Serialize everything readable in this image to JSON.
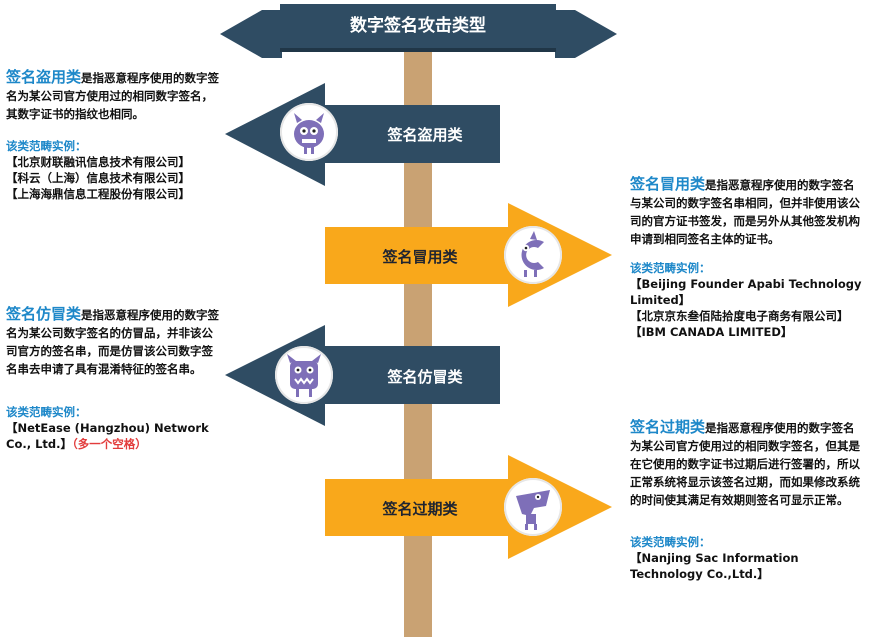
{
  "title": "数字签名攻击类型",
  "colors": {
    "dark_sign": "#2f4c63",
    "orange_sign": "#f9a81b",
    "pole": "#c9a273",
    "accent": "#1e88c9",
    "note": "#e23c3c"
  },
  "signs": [
    {
      "label": "签名盗用类",
      "icon": "purple-monster-icon"
    },
    {
      "label": "签名冒用类",
      "icon": "purple-monster-icon"
    },
    {
      "label": "签名仿冒类",
      "icon": "purple-monster-icon"
    },
    {
      "label": "签名过期类",
      "icon": "purple-monster-icon"
    }
  ],
  "sections": [
    {
      "heading": "签名盗用类",
      "body": "是指恶意程序使用的数字签名为某公司官方使用过的相同数字签名，其数字证书的指纹也相同。",
      "examples_title": "该类范畴实例：",
      "examples": [
        "【北京财联融讯信息技术有限公司】",
        "【科云（上海）信息技术有限公司】",
        "【上海海鼎信息工程股份有限公司】"
      ]
    },
    {
      "heading": "签名冒用类",
      "body": "是指恶意程序使用的数字签名与某公司的数字签名串相同，但并非使用该公司的官方证书签发，而是另外从其他签发机构申请到相同签名主体的证书。",
      "examples_title": "该类范畴实例：",
      "examples": [
        "【Beijing Founder Apabi Technology",
        "Limited】",
        "【北京京东叁佰陆拾度电子商务有限公司】",
        "【IBM CANADA LIMITED】"
      ]
    },
    {
      "heading": "签名仿冒类",
      "body": "是指恶意程序使用的数字签名为某公司数字签名的仿冒品，并非该公司官方的签名串，而是仿冒该公司数字签名串去申请了具有混淆特征的签名串。",
      "examples_title": "该类范畴实例：",
      "examples": [
        "【NetEase (Hangzhou) Network",
        "Co., Ltd.】"
      ],
      "note": "（多一个空格）"
    },
    {
      "heading": "签名过期类",
      "body": "是指恶意程序使用的数字签名为某公司官方使用过的相同数字签名，但其是在它使用的数字证书过期后进行签署的，所以正常系统将显示该签名过期，而如果修改系统的时间使其满足有效期则签名可显示正常。",
      "examples_title": "该类范畴实例：",
      "examples": [
        "【Nanjing Sac Information",
        "Technology Co.,Ltd.】"
      ]
    }
  ]
}
